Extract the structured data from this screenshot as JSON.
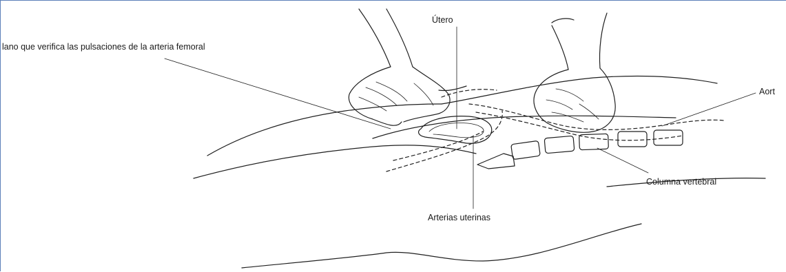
{
  "labels": {
    "mano": "lano que verifica las pulsaciones de la arteria femoral",
    "utero": "Útero",
    "aorta": "Aort",
    "columna": "Columna vertebral",
    "arterias": "Arterias uterinas"
  },
  "colors": {
    "ink": "#1f1f1f",
    "frame": "#5b7fb8"
  }
}
